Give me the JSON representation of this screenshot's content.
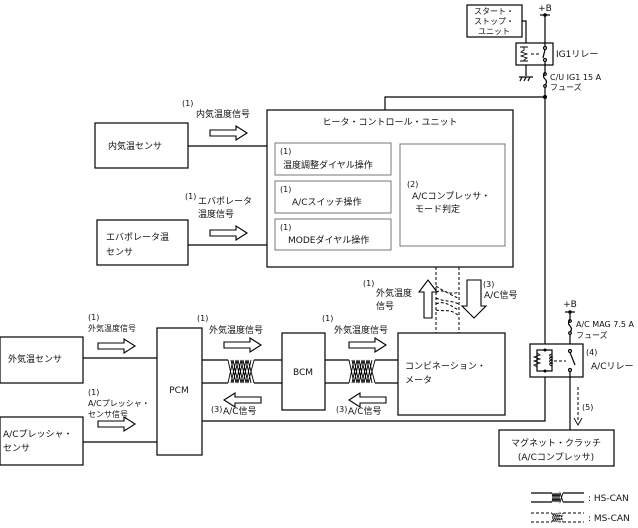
{
  "diagram": {
    "power": {
      "plus_b": "+B",
      "start_stop_unit": [
        "スタート・",
        "ストップ・",
        "ユニット"
      ],
      "ig1_relay": "IG1リレー",
      "ig1_fuse": [
        "C/U IG1 15 A",
        "フューズ"
      ],
      "ac_mag_plus_b": "+B",
      "ac_mag_fuse": [
        "A/C MAG 7.5 A",
        "フューズ"
      ],
      "ac_relay_num": "(4)",
      "ac_relay": "A/Cリレー"
    },
    "sensors": {
      "cabin_temp_sensor": "内気温センサ",
      "evap_temp_sensor": [
        "エバポレータ温",
        "センサ"
      ],
      "ambient_temp_sensor": "外気温センサ",
      "ac_pressure_sensor": [
        "A/Cプレッシャ・",
        "センサ"
      ]
    },
    "signals": {
      "cabin_temp_signal": {
        "num": "(1)",
        "label": "内気温度信号"
      },
      "evap_temp_signal": {
        "num": "(1)",
        "label": [
          "エバポレータ",
          "温度信号"
        ]
      },
      "ambient_temp_signal_pcm": {
        "num": "(1)",
        "label": "外気温度信号"
      },
      "ac_pressure_signal": {
        "num": "(1)",
        "label": [
          "A/Cプレッシャ・",
          "センサ信号"
        ]
      },
      "ambient_pcm_bcm": {
        "num": "(1)",
        "label": "外気温度信号"
      },
      "ac_bcm_pcm": {
        "num": "(3)",
        "label": "A/C信号"
      },
      "ambient_bcm_meter": {
        "num": "(1)",
        "label": "外気温度信号"
      },
      "ac_meter_bcm": {
        "num": "(3)",
        "label": "A/C信号"
      },
      "ambient_meter_hcu": {
        "num": "(1)",
        "label": [
          "外気温度",
          "信号"
        ]
      },
      "ac_hcu_meter": {
        "num": "(3)",
        "label": "A/C信号"
      },
      "relay_to_clutch": "(5)"
    },
    "heater_control_unit": {
      "title": "ヒータ・コントロール・ユニット",
      "items": [
        {
          "num": "(1)",
          "label": "温度調整ダイヤル操作"
        },
        {
          "num": "(1)",
          "label": "A/Cスイッチ操作"
        },
        {
          "num": "(1)",
          "label": "MODEダイヤル操作"
        }
      ],
      "judge": {
        "num": "(2)",
        "label": [
          "A/Cコンプレッサ・",
          "モード判定"
        ]
      }
    },
    "modules": {
      "pcm": "PCM",
      "bcm": "BCM",
      "meter": [
        "コンビネーション・",
        "メータ"
      ],
      "clutch": [
        "マグネット・クラッチ",
        "(A/Cコンプレッサ)"
      ]
    },
    "legend": [
      {
        "label": ": HS-CAN"
      },
      {
        "label": ": MS-CAN"
      }
    ]
  }
}
